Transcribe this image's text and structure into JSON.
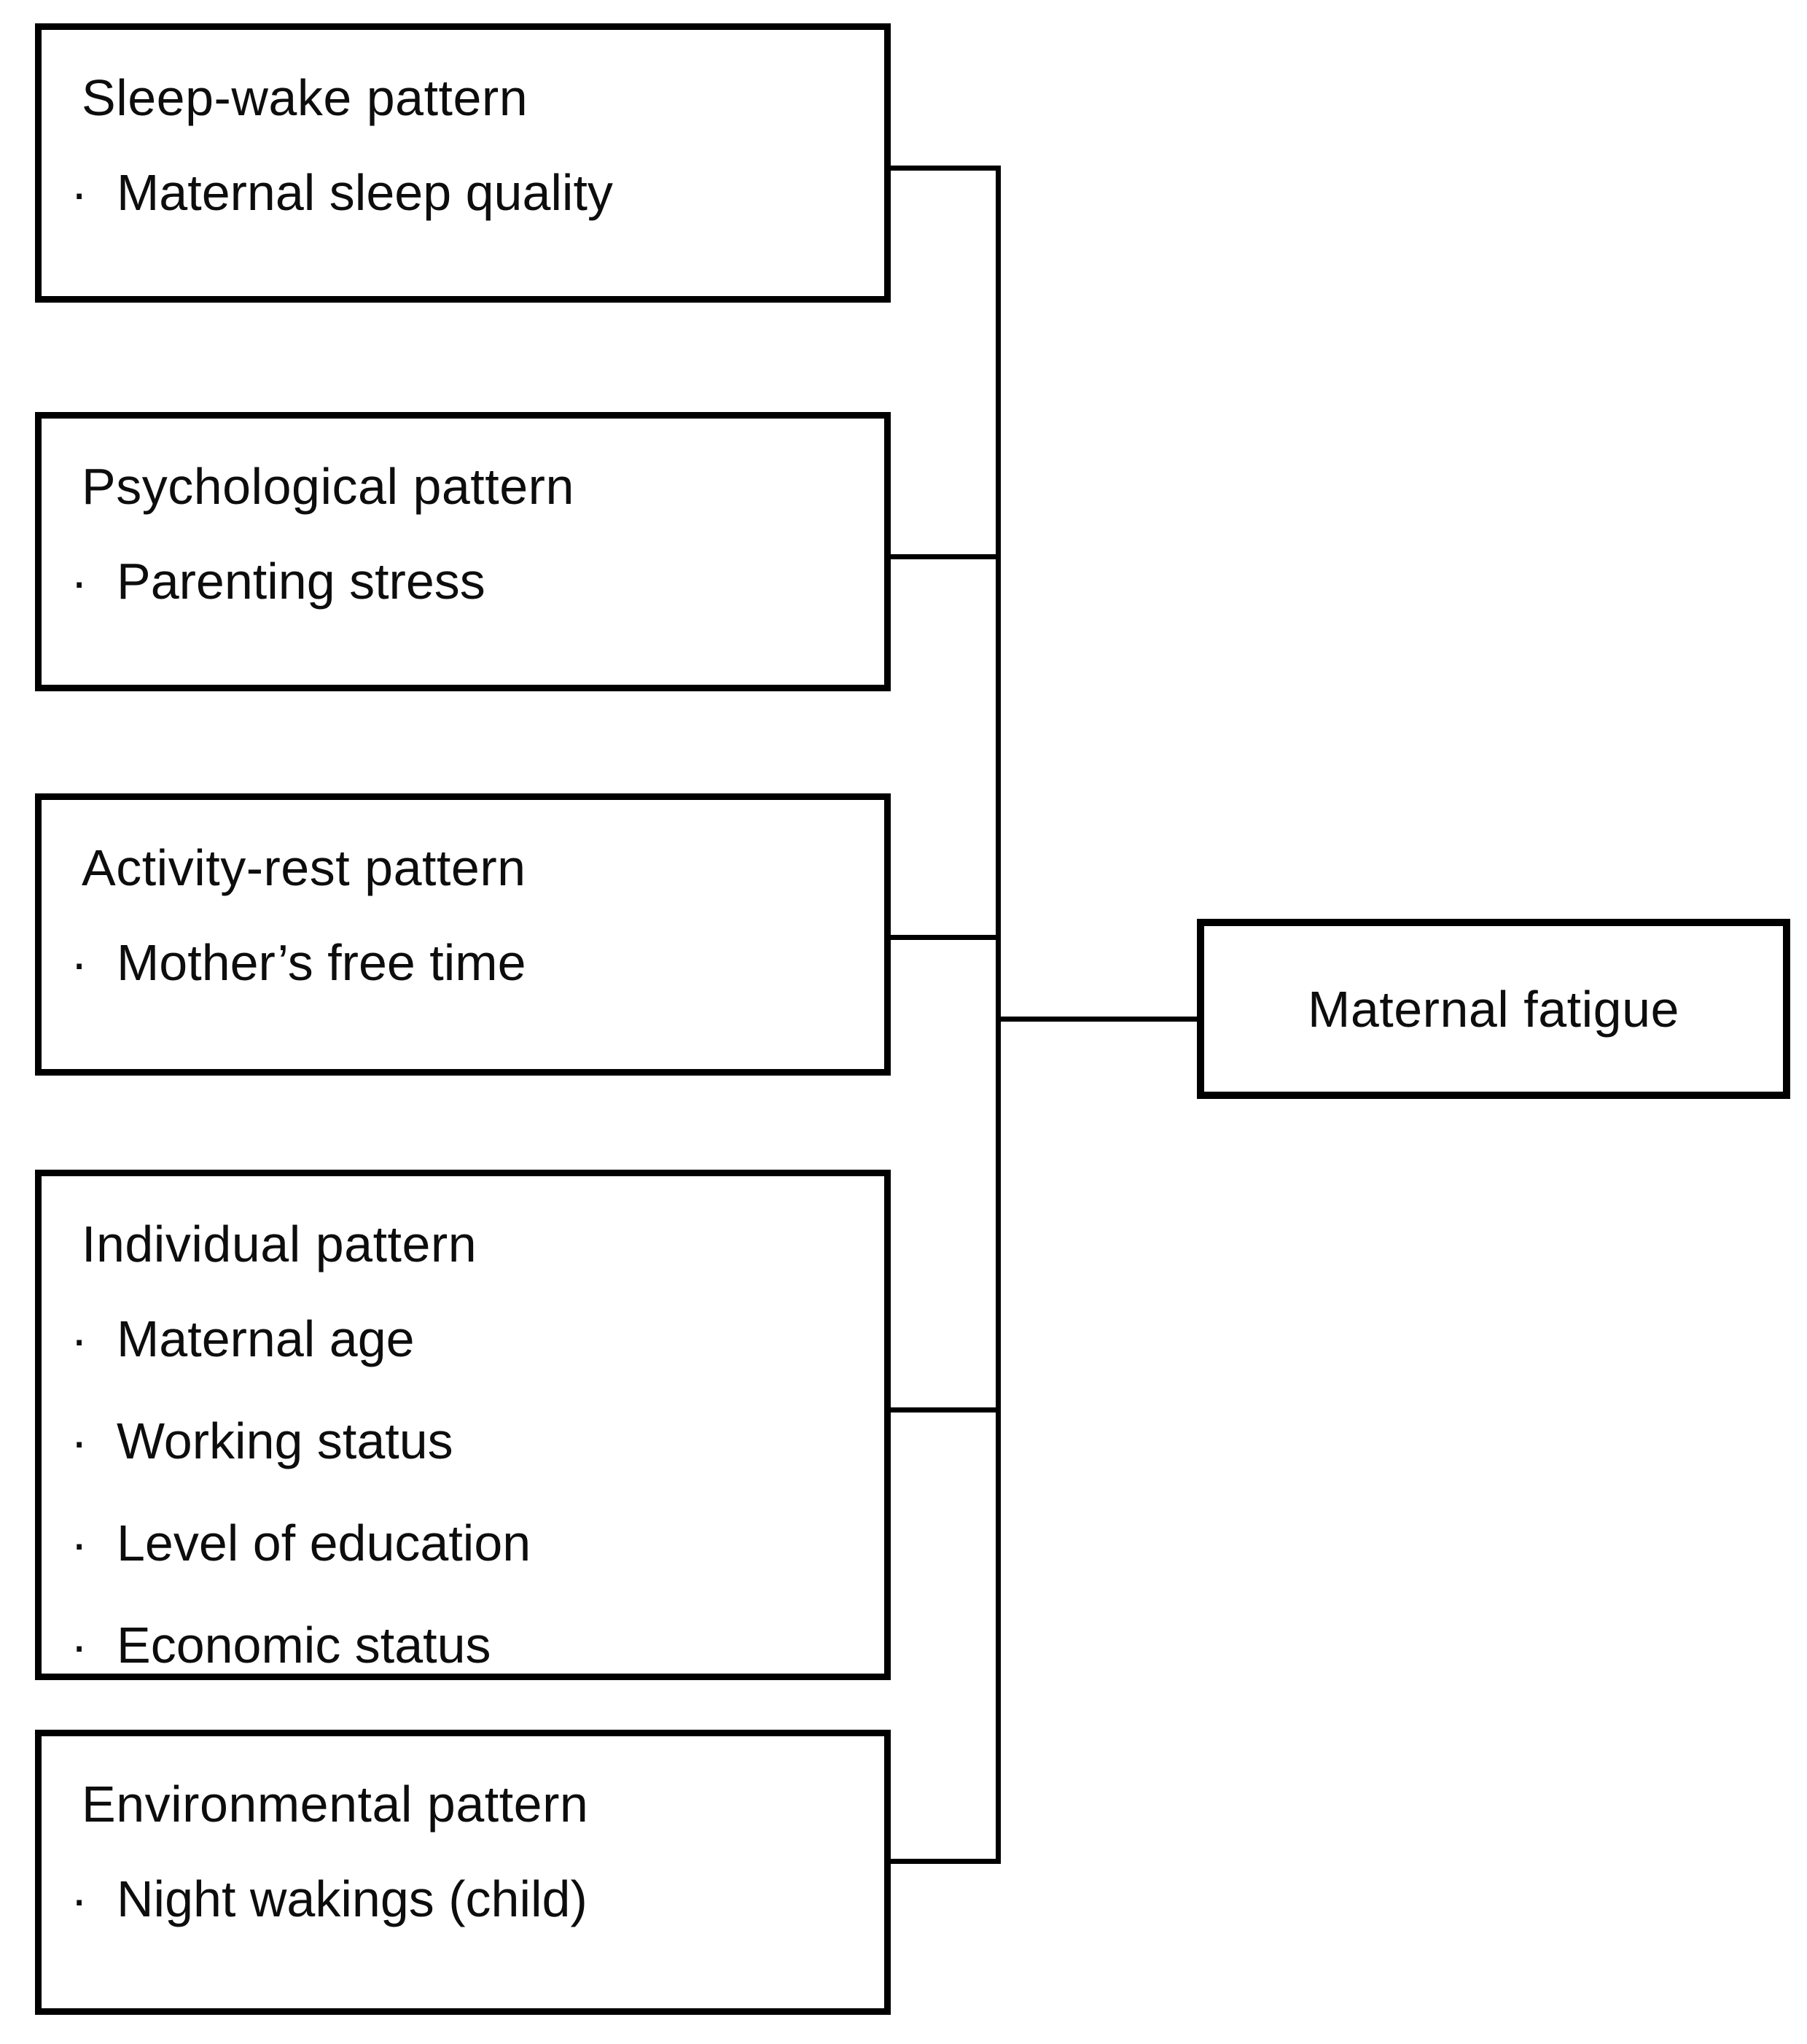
{
  "diagram": {
    "pattern_boxes": [
      {
        "title": "Sleep-wake pattern",
        "bullets": [
          "Maternal sleep quality"
        ]
      },
      {
        "title": "Psychological pattern",
        "bullets": [
          "Parenting stress"
        ]
      },
      {
        "title": "Activity-rest pattern",
        "bullets": [
          "Mother’s free time"
        ]
      },
      {
        "title": "Individual pattern",
        "bullets": [
          "Maternal age",
          "Working status",
          "Level of education",
          "Economic status"
        ]
      },
      {
        "title": "Environmental pattern",
        "bullets": [
          "Night wakings (child)"
        ]
      }
    ],
    "outcome_box": {
      "label": "Maternal fatigue"
    },
    "bullet_marker": "·",
    "colors": {
      "line": "#000000",
      "background": "#ffffff",
      "text": "#0d0d0d"
    }
  }
}
